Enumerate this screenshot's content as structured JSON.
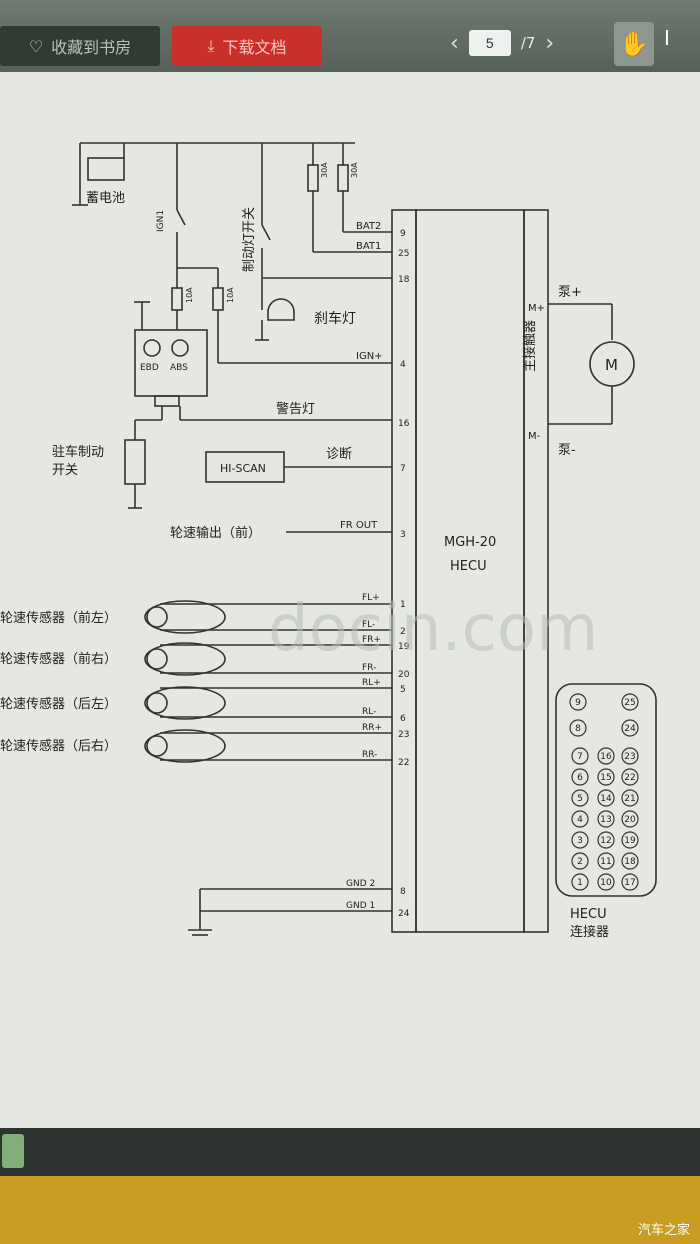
{
  "toolbar": {
    "favorite_label": "收藏到书房",
    "download_label": "下载文档",
    "page_current": "5",
    "page_total": "/7",
    "prev_symbol": "‹",
    "next_symbol": "›"
  },
  "diagram": {
    "battery": "蓄电池",
    "ign1": "IGN1",
    "brake_switch": "制动灯开关",
    "fuse_30a_1": "30A",
    "fuse_30a_2": "30A",
    "fuse_10a_1": "10A",
    "fuse_10a_2": "10A",
    "bat2": "BAT2",
    "bat1": "BAT1",
    "brake_lamp": "刹车灯",
    "ebd": "EBD",
    "abs": "ABS",
    "ign_plus": "IGN+",
    "warning_lamp": "警告灯",
    "parking_switch_1": "驻车制动",
    "parking_switch_2": "开关",
    "hiscan": "HI-SCAN",
    "diagnosis": "诊断",
    "speed_output": "轮速输出（前）",
    "fr_out": "FR OUT",
    "sensor_fl": "轮速传感器（前左）",
    "sensor_fr": "轮速传感器（前右）",
    "sensor_rl": "轮速传感器（后左）",
    "sensor_rr": "轮速传感器（后右）",
    "fl_plus": "FL+",
    "fl_minus": "FL-",
    "fr_plus": "FR+",
    "fr_minus": "FR-",
    "rl_plus": "RL+",
    "rl_minus": "RL-",
    "rr_plus": "RR+",
    "rr_minus": "RR-",
    "gnd2": "GND 2",
    "gnd1": "GND 1",
    "module_line1": "MGH-20",
    "module_line2": "HECU",
    "m_plus": "M+",
    "m_minus": "M-",
    "pump_plus": "泵+",
    "pump_minus": "泵-",
    "main_contactor": "主接触器",
    "motor": "M",
    "hecu_connector_1": "HECU",
    "hecu_connector_2": "连接器",
    "watermark": "docin.com",
    "pins": {
      "p9": "9",
      "p25": "25",
      "p18": "18",
      "p4": "4",
      "p16": "16",
      "p7": "7",
      "p3": "3",
      "p1": "1",
      "p2": "2",
      "p19": "19",
      "p20": "20",
      "p5": "5",
      "p6": "6",
      "p23": "23",
      "p22": "22",
      "p8": "8",
      "p24": "24"
    },
    "connector_pins": [
      "9",
      "25",
      "8",
      "24",
      "7",
      "16",
      "23",
      "6",
      "15",
      "22",
      "5",
      "14",
      "21",
      "4",
      "13",
      "20",
      "3",
      "12",
      "19",
      "2",
      "11",
      "18",
      "1",
      "10",
      "17"
    ]
  },
  "footer": {
    "site": "汽车之家"
  }
}
